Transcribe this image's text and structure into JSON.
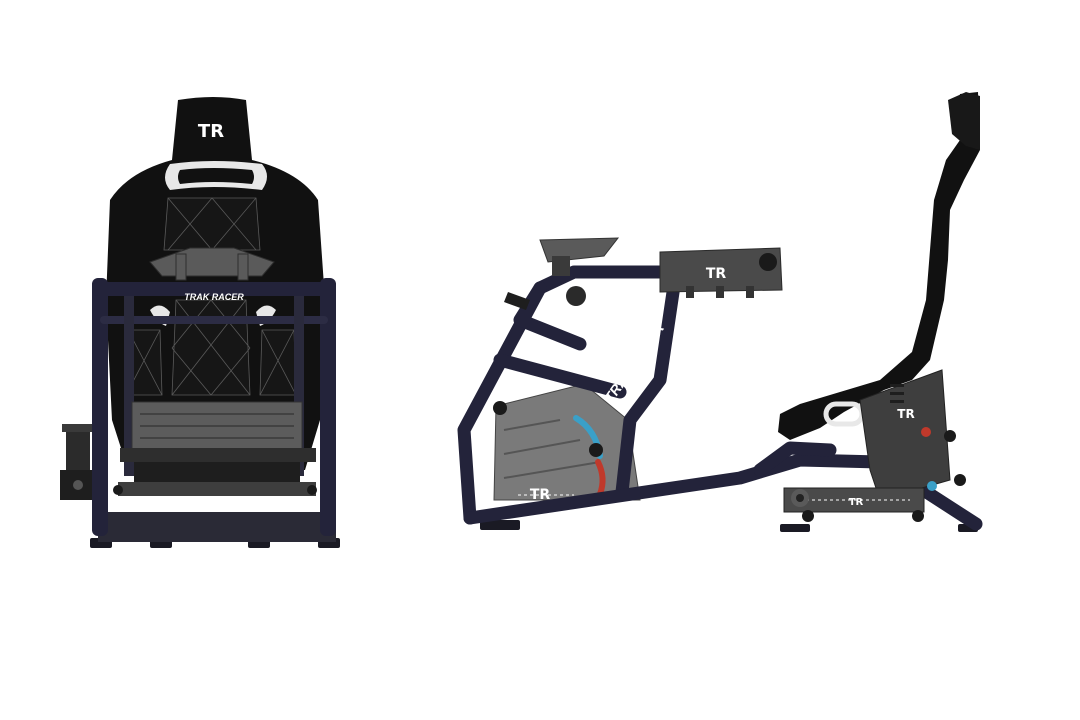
{
  "image": {
    "subject": "racing simulator cockpit, front and side views",
    "colors": {
      "background": "#ffffff",
      "frame": "#23233a",
      "frame_highlight": "#3a3a58",
      "seat": "#111111",
      "seat_stitch": "#5a5a5a",
      "plate": "#4a4a4a",
      "accent_red": "#c0392b",
      "accent_blue": "#3aa0c8",
      "white_trim": "#e8e8e8"
    }
  },
  "front_view": {
    "headrest_logo": "TR",
    "frame_crossbar_label": "TRAK RACER"
  },
  "side_view": {
    "wheel_mount_label": "TR",
    "upright_label": "TRAK RACER",
    "base_plate_logo": "TR",
    "seat_bracket_logo": "TR",
    "rail_logo": "TR"
  }
}
